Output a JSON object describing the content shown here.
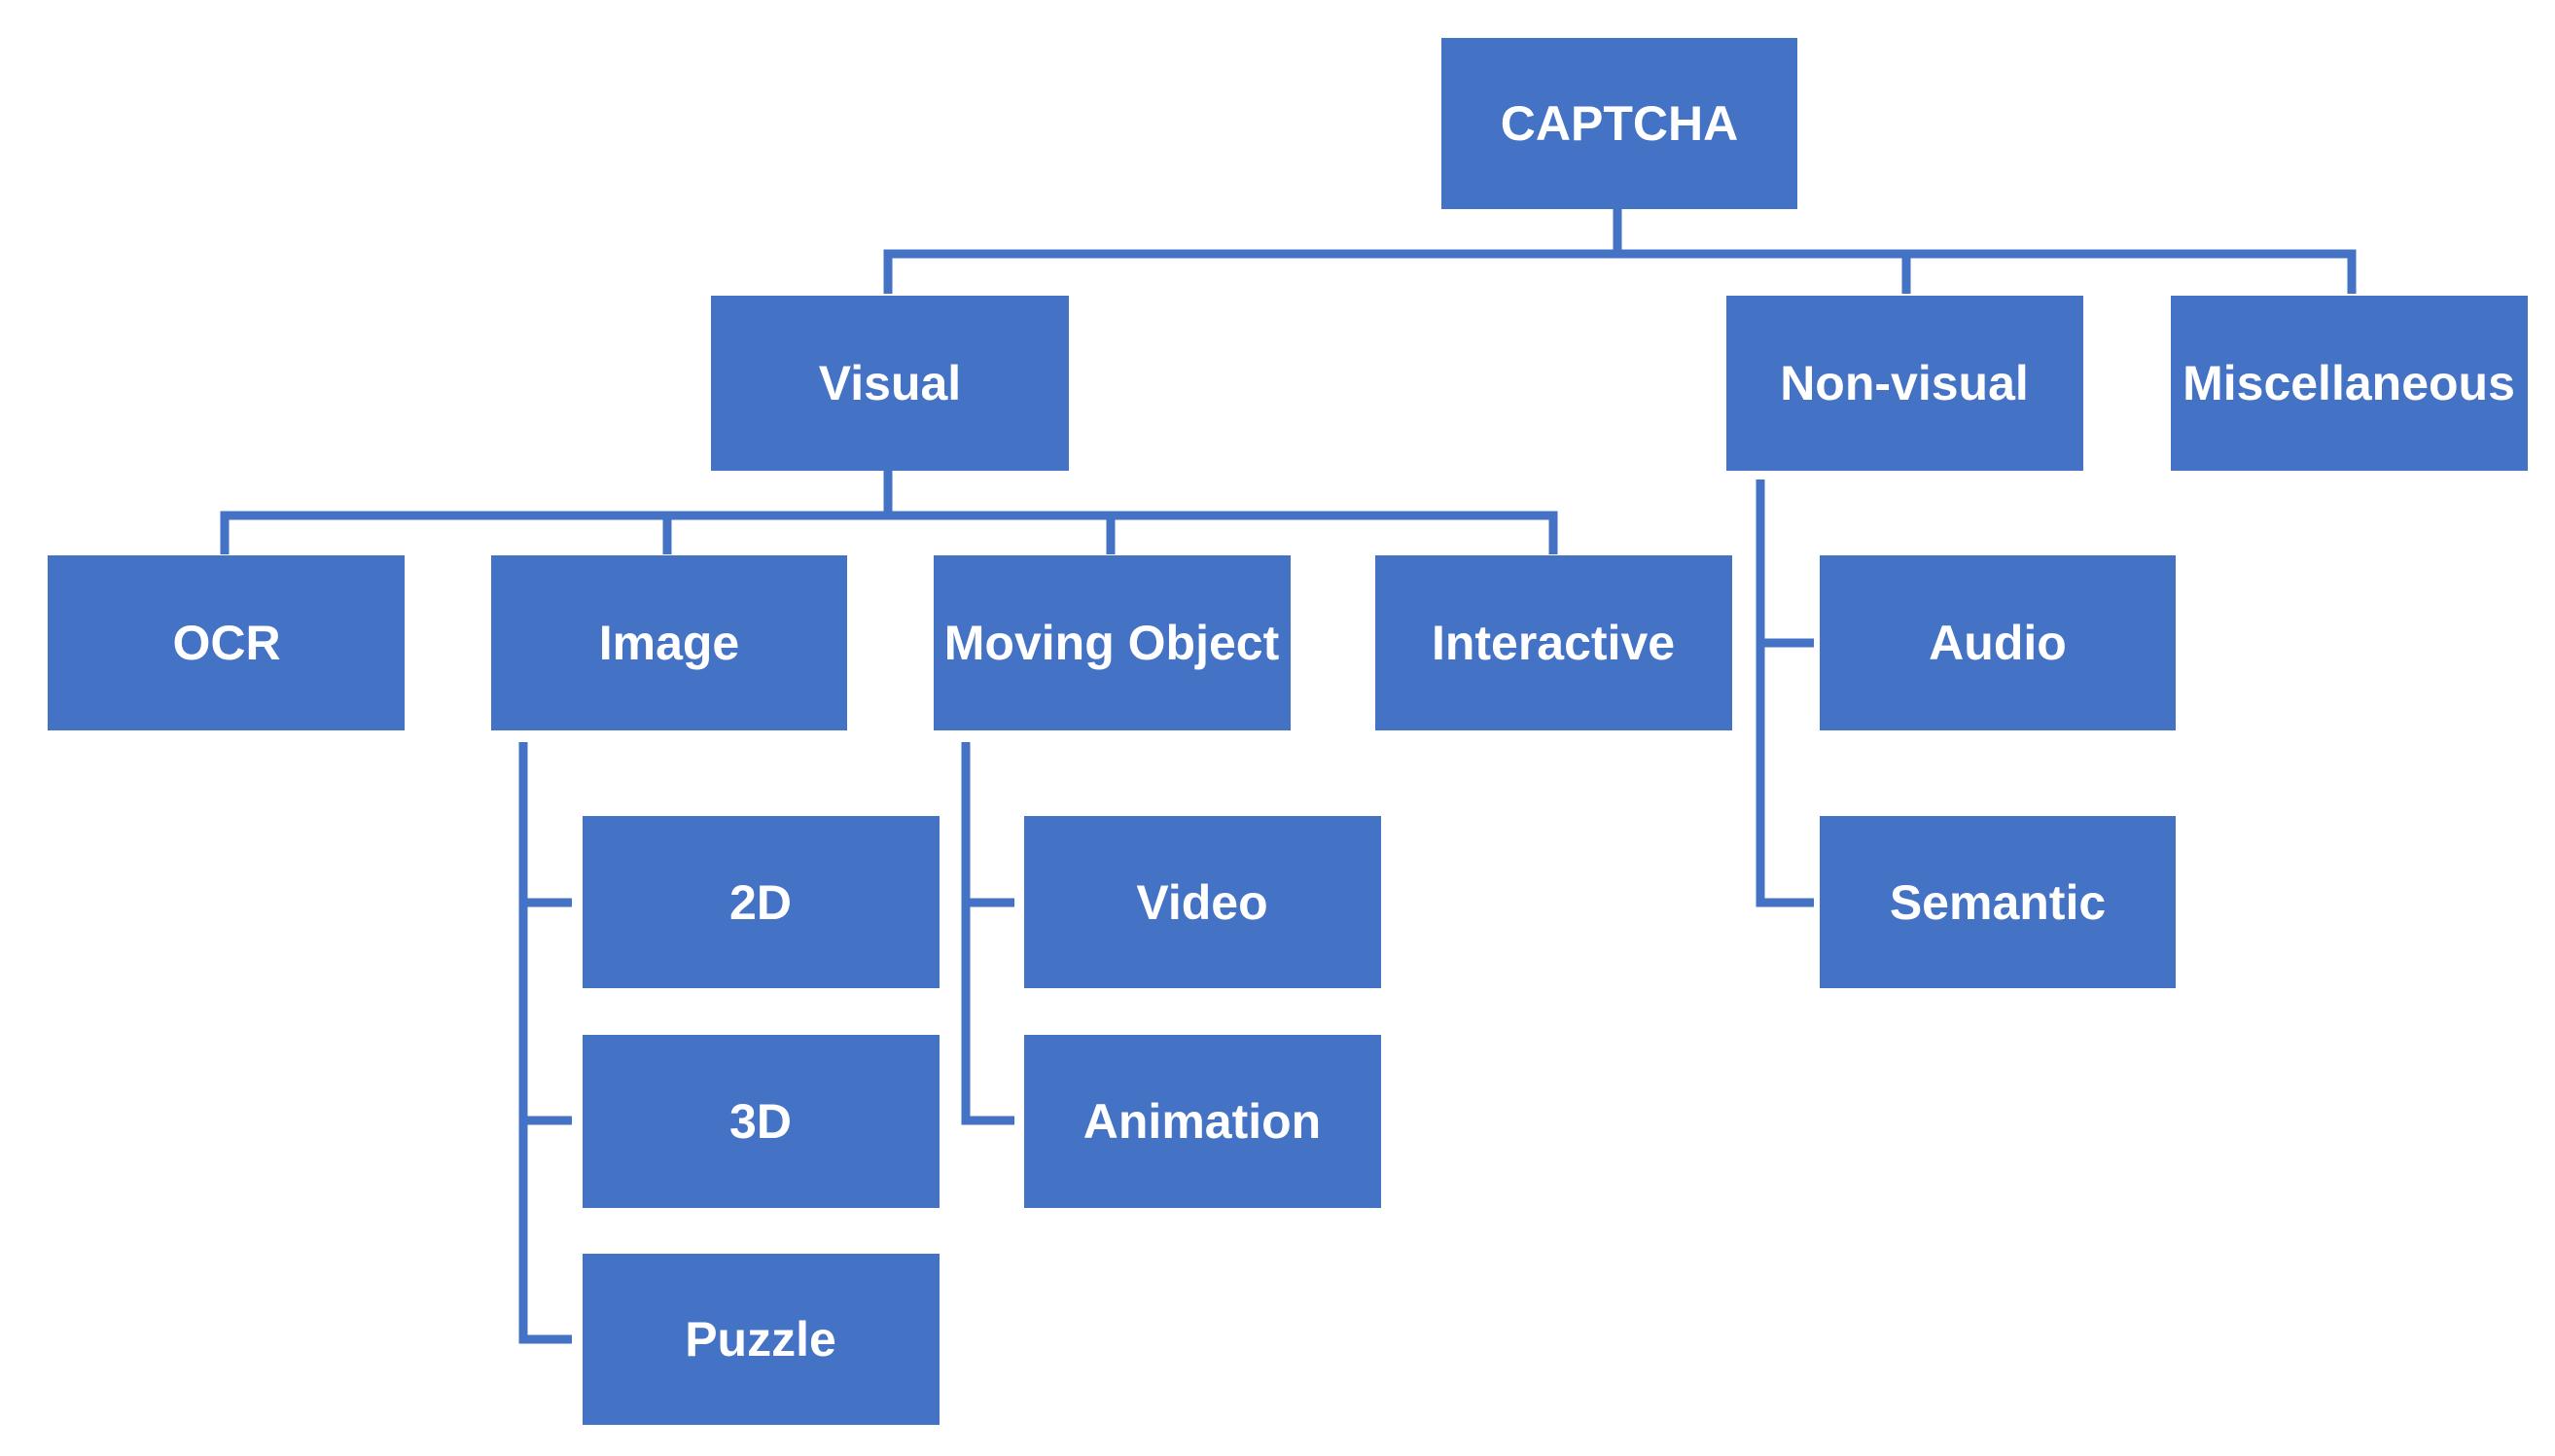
{
  "colors": {
    "box_fill": "#4472C4",
    "connector": "#4472C4",
    "label": "#FFFFFF"
  },
  "nodes": {
    "captcha": "CAPTCHA",
    "visual": "Visual",
    "non_visual": "Non-visual",
    "miscellaneous": "Miscellaneous",
    "ocr": "OCR",
    "image": "Image",
    "moving_object": "Moving Object",
    "interactive": "Interactive",
    "audio": "Audio",
    "semantic": "Semantic",
    "two_d": "2D",
    "three_d": "3D",
    "puzzle": "Puzzle",
    "video": "Video",
    "animation": "Animation"
  },
  "hierarchy": [
    {
      "parent": "captcha",
      "children": [
        "visual",
        "non_visual",
        "miscellaneous"
      ]
    },
    {
      "parent": "visual",
      "children": [
        "ocr",
        "image",
        "moving_object",
        "interactive"
      ]
    },
    {
      "parent": "non_visual",
      "children": [
        "audio",
        "semantic"
      ]
    },
    {
      "parent": "image",
      "children": [
        "two_d",
        "three_d",
        "puzzle"
      ]
    },
    {
      "parent": "moving_object",
      "children": [
        "video",
        "animation"
      ]
    }
  ]
}
